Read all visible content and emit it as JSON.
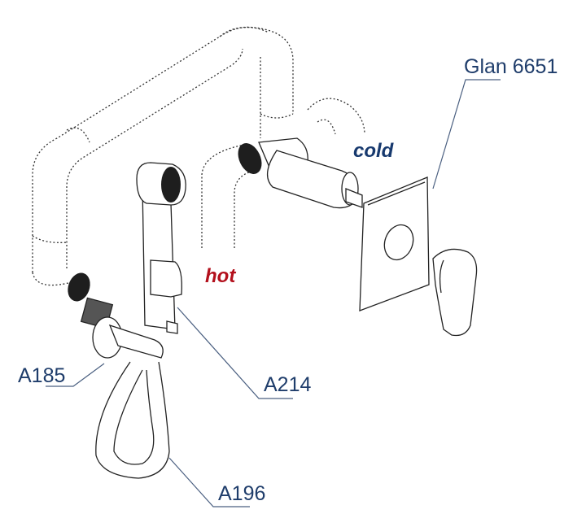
{
  "labels": {
    "glan": "Glan 6651",
    "cold": "cold",
    "hot": "hot",
    "a185": "A185",
    "a214": "A214",
    "a196": "A196"
  },
  "colors": {
    "part_label": "#1f3d6b",
    "hot": "#b3101c",
    "cold": "#17396e",
    "leader": "#4a5f80",
    "outline": "#222222",
    "fill_dark": "#1e1e1e"
  }
}
